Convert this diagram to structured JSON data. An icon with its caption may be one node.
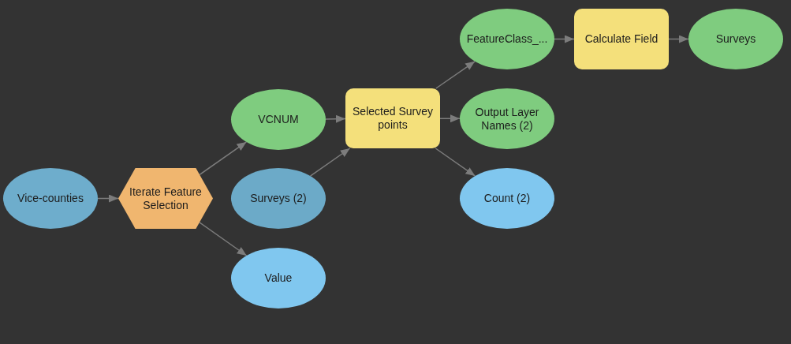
{
  "diagram": {
    "nodes": [
      {
        "text": [
          "Vice-counties"
        ]
      },
      {
        "text": [
          "Iterate Feature Selection"
        ]
      },
      {
        "text": [
          "VCNUM"
        ]
      },
      {
        "text": [
          "Surveys (2)"
        ]
      },
      {
        "text": [
          "Value"
        ]
      },
      {
        "text": [
          "Selected Survey points"
        ]
      },
      {
        "text": [
          "FeatureClass_..."
        ]
      },
      {
        "text": [
          "Output Layer Names (2)"
        ]
      },
      {
        "text": [
          "Count (2)"
        ]
      },
      {
        "text": [
          "Calculate Field"
        ]
      },
      {
        "text": [
          "Surveys"
        ]
      }
    ],
    "edges": [
      {
        "from": 0,
        "to": 1,
        "arrow": "to"
      },
      {
        "from": 1,
        "to": 2,
        "arrow": "to"
      },
      {
        "from": 1,
        "to": 4,
        "arrow": "to"
      },
      {
        "from": 2,
        "to": 5,
        "arrow": "to"
      },
      {
        "from": 3,
        "to": 5,
        "arrow": "to"
      },
      {
        "from": 5,
        "to": 6,
        "arrow": "to"
      },
      {
        "from": 5,
        "to": 7,
        "arrow": "to"
      },
      {
        "from": 5,
        "to": 8,
        "arrow": "to"
      },
      {
        "from": 6,
        "to": 9,
        "arrow": "to"
      },
      {
        "from": 9,
        "to": 10,
        "arrow": "to"
      }
    ]
  }
}
